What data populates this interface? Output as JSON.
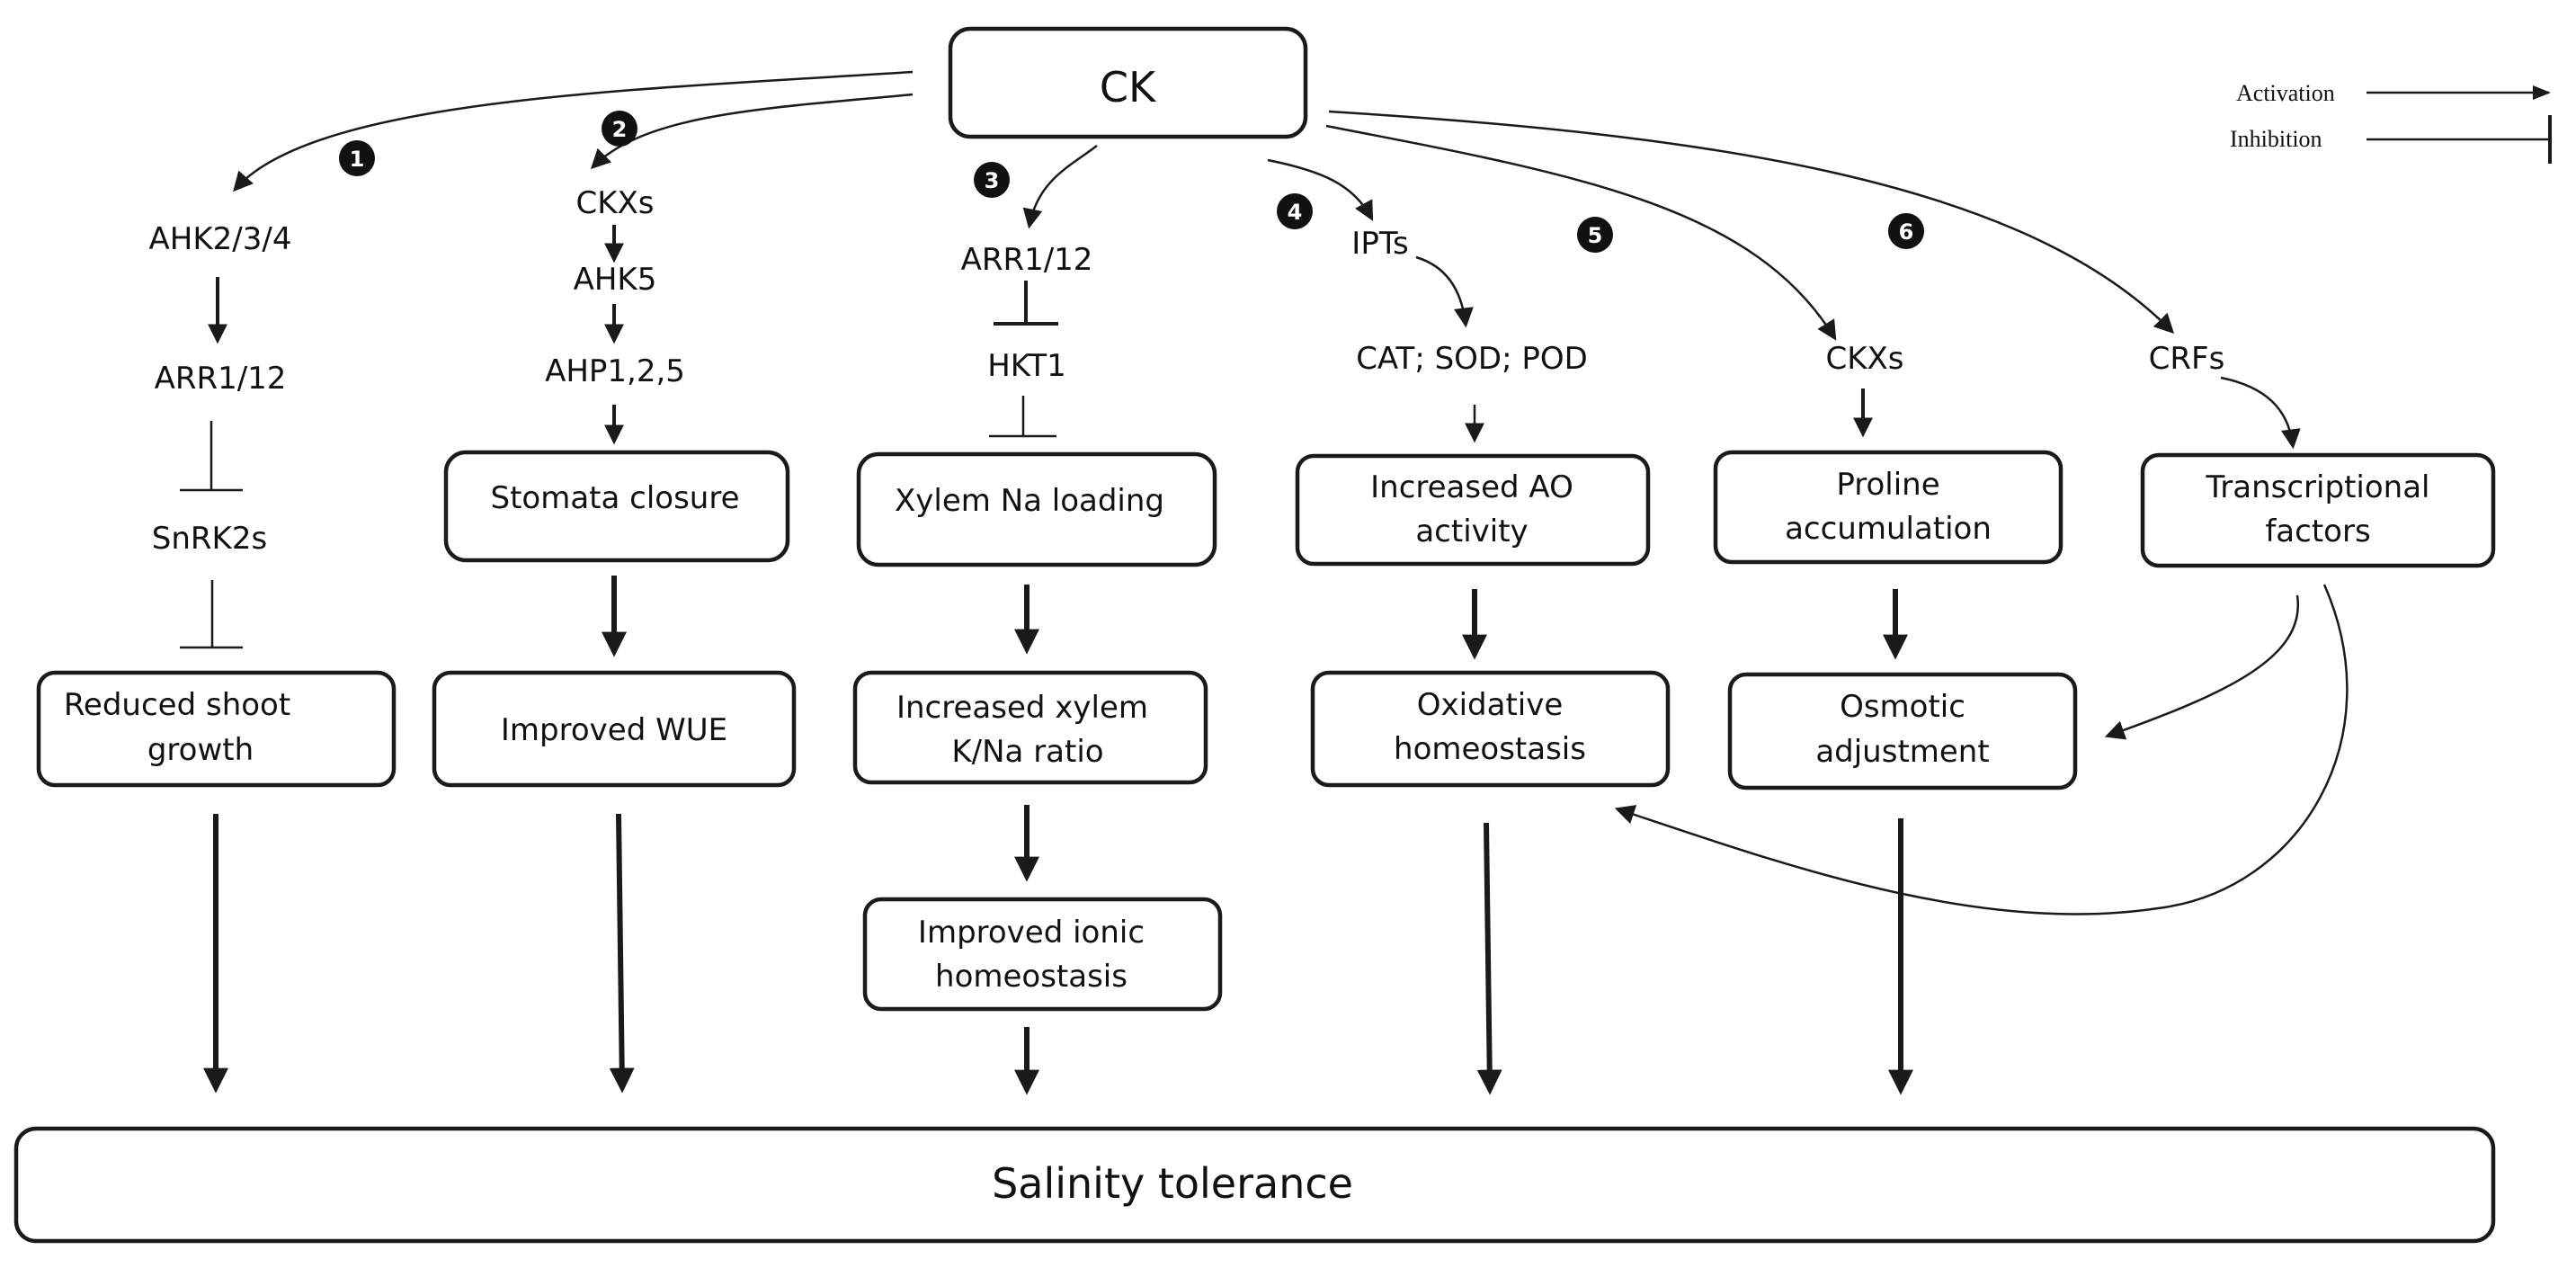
{
  "top_node": "CK",
  "legend": {
    "activation": "Activation",
    "inhibition": "Inhibition"
  },
  "pathway_numbers": [
    "1",
    "2",
    "3",
    "4",
    "5",
    "6"
  ],
  "column1": {
    "n1": "AHK2/3/4",
    "n2": "ARR1/12",
    "n3": "SnRK2s",
    "box": [
      "Reduced shoot",
      "growth"
    ]
  },
  "column2": {
    "n1": "CKXs",
    "n2": "AHK5",
    "n3": "AHP1,2,5",
    "box1": "Stomata closure",
    "box2": "Improved WUE"
  },
  "column3": {
    "n1": "ARR1/12",
    "n2": "HKT1",
    "box1": "Xylem Na loading",
    "box2": [
      "Increased xylem",
      "K/Na ratio"
    ],
    "box3": [
      "Improved ionic",
      "homeostasis"
    ]
  },
  "column4": {
    "n1": "IPTs",
    "n2": "CAT; SOD; POD",
    "box1": [
      "Increased AO",
      "activity"
    ],
    "box2": [
      "Oxidative",
      "homeostasis"
    ]
  },
  "column5": {
    "n1": "CKXs",
    "box1": [
      "Proline",
      "accumulation"
    ],
    "box2": [
      "Osmotic",
      "adjustment"
    ]
  },
  "column6": {
    "n1": "CRFs",
    "box1": [
      "Transcriptional",
      "factors"
    ]
  },
  "bottom_node": "Salinity tolerance"
}
